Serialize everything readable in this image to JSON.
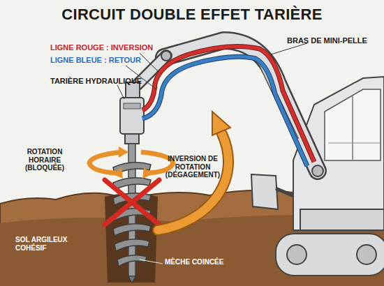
{
  "diagram": {
    "title": "CIRCUIT DOUBLE EFFET TARIÈRE",
    "labels": [
      "LIGNE ROUGE : INVERSION",
      "LIGNE BLEUE : RETOUR",
      "TARIÈRE HYDRAULIQUE",
      "BRAS DE MINI-PELLE",
      "ROTATION HORAIRE (BLOQUÉE)",
      "INVERSION DE ROTATION (DÉGAGEMENT)",
      "SOL ARGILEUX COHÉSIF",
      "MÈCHE COINCÉE"
    ]
  }
}
